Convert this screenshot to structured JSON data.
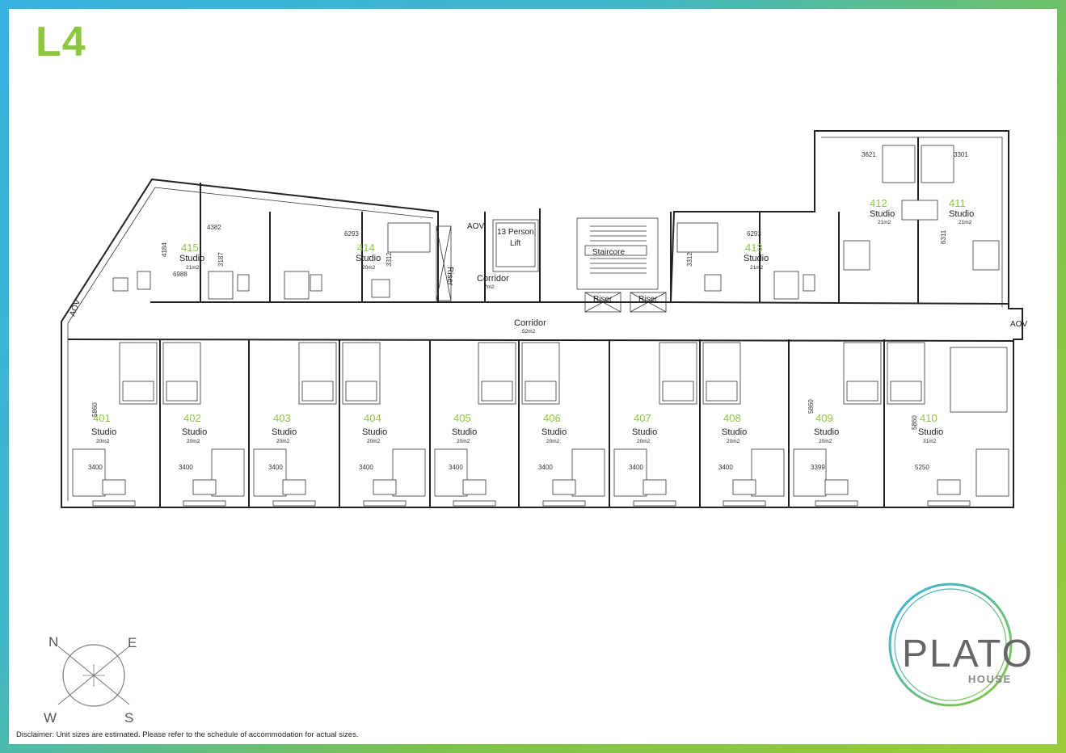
{
  "level_label": "L4",
  "disclaimer": "Disclaimer:  Unit sizes are estimated. Please refer to the schedule of accommodation for actual sizes.",
  "logo": {
    "word": "PLATO",
    "sub": "HOUSE",
    "ring_colors": [
      "#36b3e0",
      "#8dc63f"
    ]
  },
  "colors": {
    "accent": "#8dc63f",
    "frame_left": "#36b3e0",
    "frame_right": "#9ccc3c"
  },
  "compass": {
    "n": "N",
    "e": "E",
    "s": "S",
    "w": "W"
  },
  "common_areas": {
    "lift": "13 Person Lift",
    "lift_line1": "13 Person",
    "lift_line2": "Lift",
    "staircore": "Staircore",
    "corridor_upper": "Corridor",
    "corridor_upper_area": "7m2",
    "corridor_main": "Corridor",
    "corridor_main_area": "52m2",
    "riser": "Riser",
    "aov": "AOV"
  },
  "upper_units": [
    {
      "num": "415",
      "type": "Studio",
      "area": "21m2"
    },
    {
      "num": "414",
      "type": "Studio",
      "area": "20m2"
    },
    {
      "num": "413",
      "type": "Studio",
      "area": "21m2"
    },
    {
      "num": "412",
      "type": "Studio",
      "area": "21m2"
    },
    {
      "num": "411",
      "type": "Studio",
      "area": "21m2"
    }
  ],
  "lower_units": [
    {
      "num": "401",
      "type": "Studio",
      "area": "20m2",
      "width": "3400"
    },
    {
      "num": "402",
      "type": "Studio",
      "area": "20m2",
      "width": "3400"
    },
    {
      "num": "403",
      "type": "Studio",
      "area": "20m2",
      "width": "3400"
    },
    {
      "num": "404",
      "type": "Studio",
      "area": "20m2",
      "width": "3400"
    },
    {
      "num": "405",
      "type": "Studio",
      "area": "20m2",
      "width": "3400"
    },
    {
      "num": "406",
      "type": "Studio",
      "area": "20m2",
      "width": "3400"
    },
    {
      "num": "407",
      "type": "Studio",
      "area": "20m2",
      "width": "3400"
    },
    {
      "num": "408",
      "type": "Studio",
      "area": "20m2",
      "width": "3400"
    },
    {
      "num": "409",
      "type": "Studio",
      "area": "20m2",
      "width": "3399"
    },
    {
      "num": "410",
      "type": "Studio",
      "area": "31m2",
      "width": "5250"
    }
  ],
  "dimensions": {
    "d4184": "4184",
    "d6988": "6988",
    "d4382": "4382",
    "d3187": "3187",
    "d6293a": "6293",
    "d3312a": "3312",
    "d6293b": "6293",
    "d3312b": "3312",
    "d3621": "3621",
    "d3301": "3301",
    "d6311": "6311",
    "d5860a": "5860",
    "d5860b": "5860",
    "d5860c": "5860"
  }
}
